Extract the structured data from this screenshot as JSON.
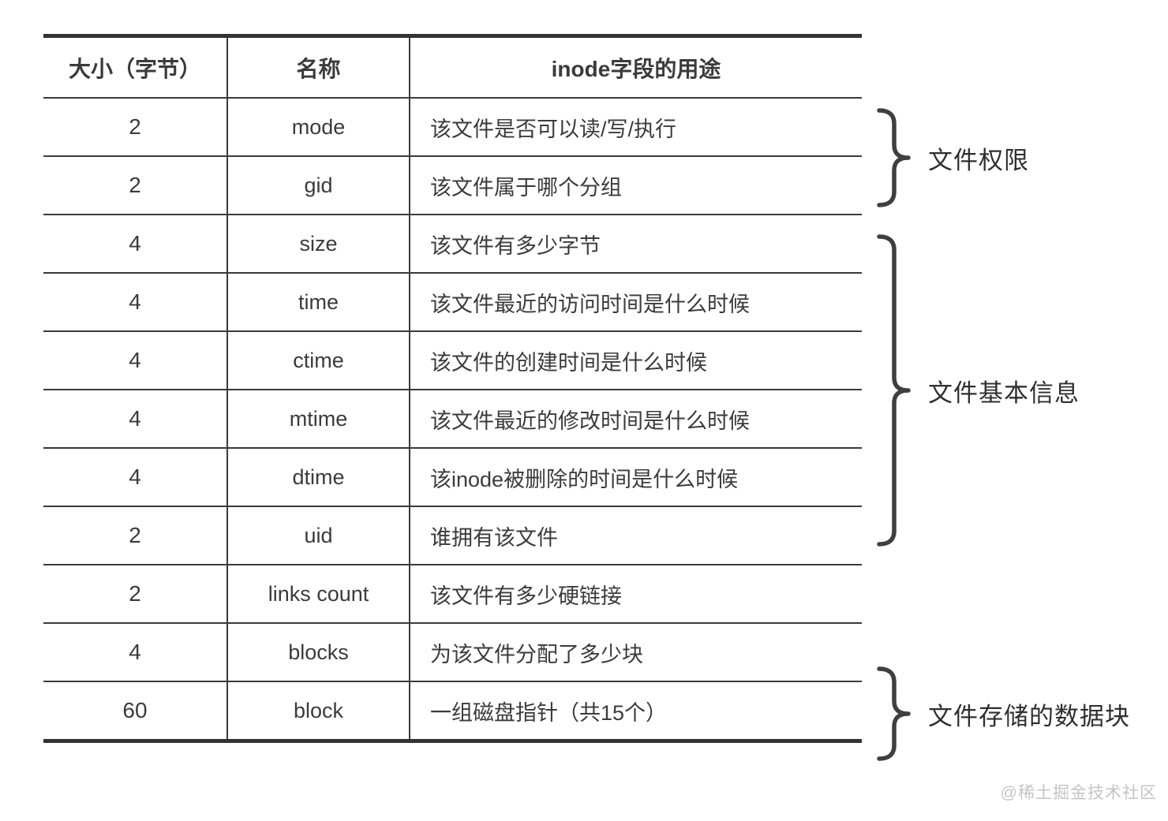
{
  "colors": {
    "background": "#ffffff",
    "border": "#383838",
    "text": "#3b3b3b",
    "brace": "#3f3f3f",
    "watermark": "#c4c4c4"
  },
  "table": {
    "headers": [
      "大小（字节）",
      "名称",
      "inode字段的用途"
    ],
    "rows": [
      {
        "size": "2",
        "name": "mode",
        "purpose": "该文件是否可以读/写/执行"
      },
      {
        "size": "2",
        "name": "gid",
        "purpose": "该文件属于哪个分组"
      },
      {
        "size": "4",
        "name": "size",
        "purpose": "该文件有多少字节"
      },
      {
        "size": "4",
        "name": "time",
        "purpose": "该文件最近的访问时间是什么时候"
      },
      {
        "size": "4",
        "name": "ctime",
        "purpose": "该文件的创建时间是什么时候"
      },
      {
        "size": "4",
        "name": "mtime",
        "purpose": "该文件最近的修改时间是什么时候"
      },
      {
        "size": "4",
        "name": "dtime",
        "purpose": "该inode被删除的时间是什么时候"
      },
      {
        "size": "2",
        "name": "uid",
        "purpose": "谁拥有该文件"
      },
      {
        "size": "2",
        "name": "links count",
        "purpose": "该文件有多少硬链接"
      },
      {
        "size": "4",
        "name": "blocks",
        "purpose": "为该文件分配了多少块"
      },
      {
        "size": "60",
        "name": "block",
        "purpose": "一组磁盘指针（共15个）"
      }
    ]
  },
  "annotations": [
    {
      "label": "文件权限",
      "covers": [
        "mode",
        "gid"
      ]
    },
    {
      "label": "文件基本信息",
      "covers": [
        "size",
        "time",
        "ctime",
        "mtime",
        "dtime",
        "uid"
      ]
    },
    {
      "label": "文件存储的数据块",
      "covers": [
        "blocks",
        "block"
      ]
    }
  ],
  "watermark": "@稀土掘金技术社区"
}
